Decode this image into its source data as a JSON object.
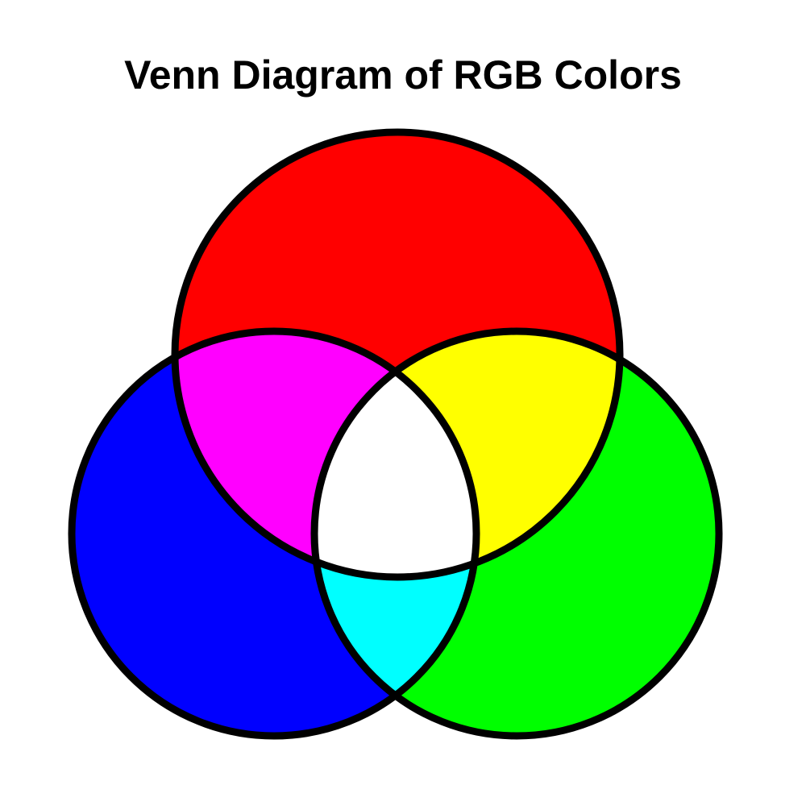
{
  "title": "Venn Diagram of RGB Colors",
  "sets": [
    {
      "id": "red",
      "color": "#ff0000"
    },
    {
      "id": "green",
      "color": "#00ff00"
    },
    {
      "id": "blue",
      "color": "#0000ff"
    }
  ],
  "overlaps": {
    "red_green": "#ffff00",
    "red_blue": "#ff00ff",
    "green_blue": "#00ffff",
    "all": "#ffffff"
  },
  "outline_color": "#000000"
}
